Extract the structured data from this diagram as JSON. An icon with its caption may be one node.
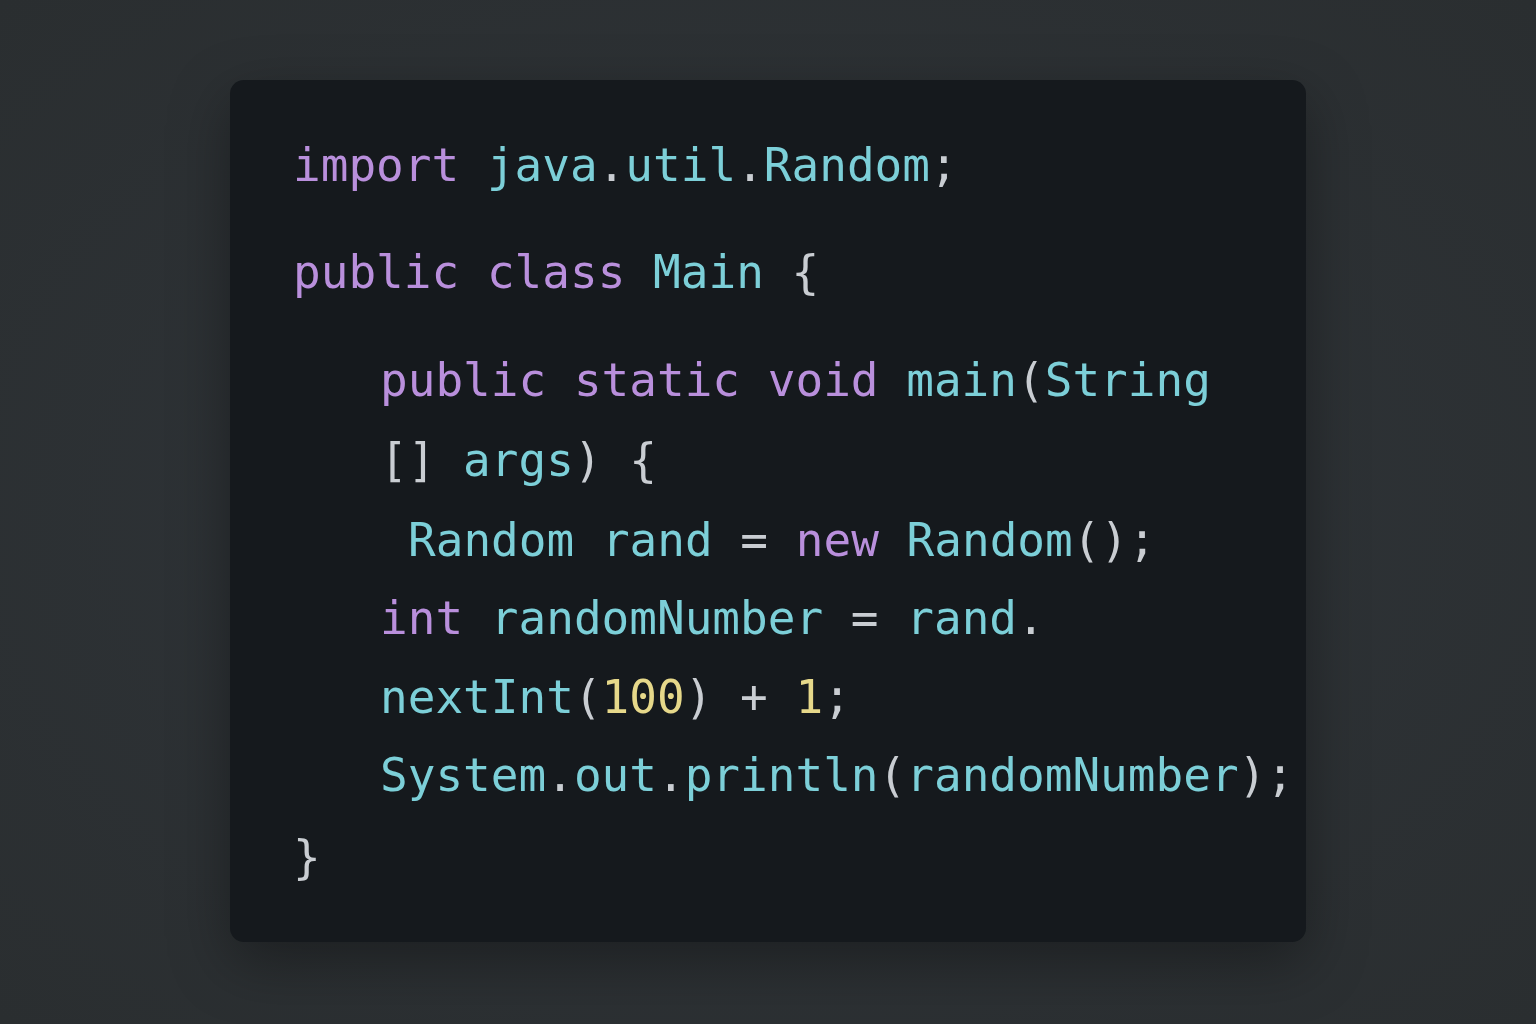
{
  "diagram": {
    "nodes": [
      {
        "text": [
          "import java.util.Random;",
          "public class Main {",
          "public static void main(String",
          "[] args) {",
          "Random rand = new Random();",
          "int randomNumber = rand.",
          "nextInt(100) + 1;",
          "System.out.println(randomNumber);",
          "}"
        ]
      }
    ]
  }
}
